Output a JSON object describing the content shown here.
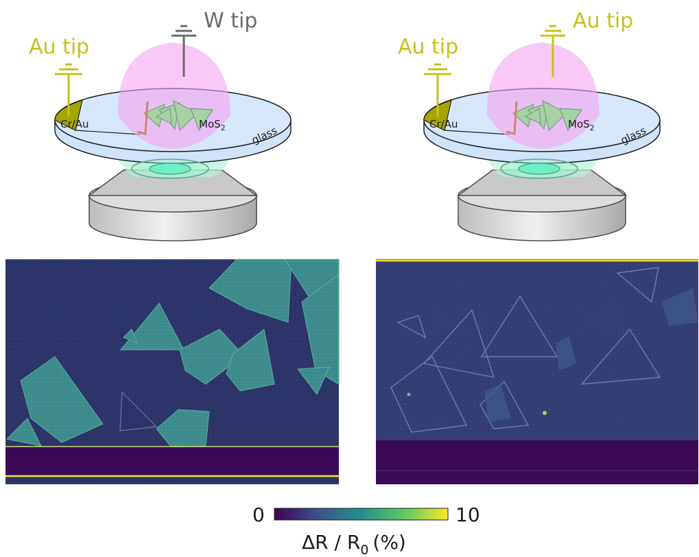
{
  "colors": {
    "au": "#c4c21b",
    "w": "#6b6b6b",
    "cr_au_fill": "#a6a400",
    "glass": "#cfe3fb",
    "laser": "#f5a3f0",
    "mos2": "#9fd49a",
    "spot": "#5ef0c2",
    "objective": "#d9d9d9",
    "cmap_low": "#3b0a56",
    "cmap_mid": "#21908d",
    "cmap_high": "#fde725",
    "image_bg": "#2e3a6b",
    "flake": "#3f8a8a"
  },
  "panels": [
    {
      "id": "left",
      "left_tip_label": "Au tip",
      "right_tip_label": "W tip",
      "electrode_label": "Cr/Au",
      "material_label": "MoS",
      "material_subscript": "2",
      "substrate_label": "glass"
    },
    {
      "id": "right",
      "left_tip_label": "Au tip",
      "right_tip_label": "Au tip",
      "electrode_label": "Cr/Au",
      "material_label": "MoS",
      "material_subscript": "2",
      "substrate_label": "glass"
    }
  ],
  "colorbar": {
    "min_label": "0",
    "max_label": "10",
    "axis_label_main": "ΔR / R",
    "axis_label_sub": "0",
    "axis_label_unit": "(%)"
  }
}
